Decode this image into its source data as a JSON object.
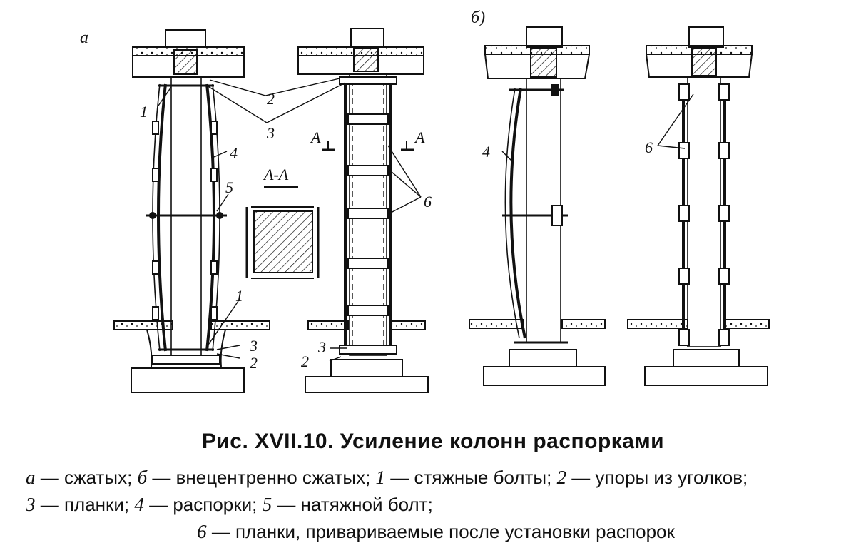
{
  "panels": {
    "a_label": "а",
    "b_label": "б)"
  },
  "labels": {
    "n1_top": "1",
    "n2_top": "2",
    "n3_top": "3",
    "n4_a": "4",
    "n5": "5",
    "n1_bottom": "1",
    "n3_bottom_a": "3",
    "n2_bottom_a": "2",
    "n3_bottom_mid": "3",
    "n2_bottom_mid": "2",
    "n6_mid": "6",
    "n4_b": "4",
    "n6_b": "6",
    "section_a_left": "А",
    "section_a_right": "А",
    "section_title": "А-А"
  },
  "caption": {
    "title": "Рис. XVII.10. Усиление колонн распорками",
    "legend": [
      {
        "key": "а",
        "text": " — сжатых; "
      },
      {
        "key": "б",
        "text": " — внецентренно сжатых; "
      },
      {
        "key": "1",
        "text": " — стяжные болты; "
      },
      {
        "key": "2",
        "text": " — упоры из уголков; "
      },
      {
        "key": "3",
        "text": " — планки; "
      },
      {
        "key": "4",
        "text": " — распорки; "
      },
      {
        "key": "5",
        "text": " — натяжной болт; "
      },
      {
        "key": "6",
        "text": " — планки, привариваемые после установки распорок"
      }
    ]
  }
}
